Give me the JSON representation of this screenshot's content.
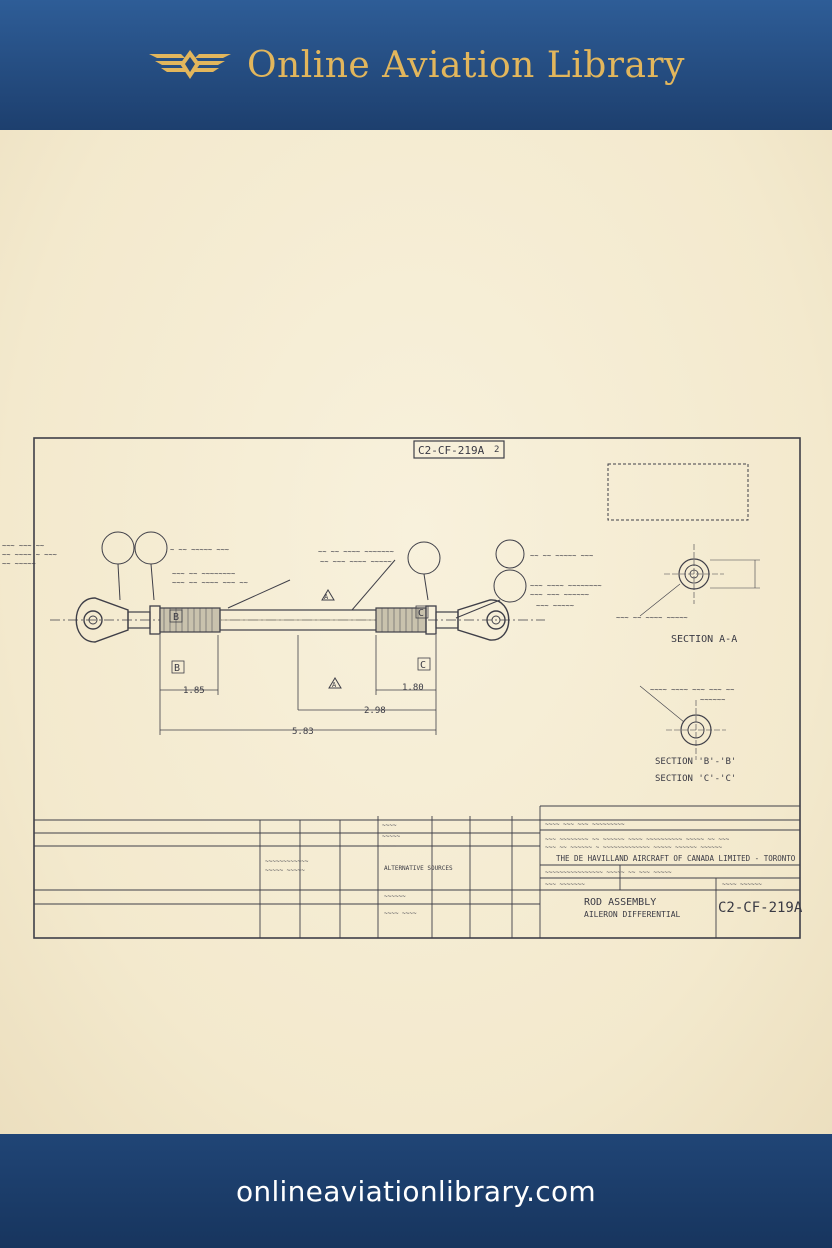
{
  "header": {
    "title": "Online Aviation Library",
    "logo_icon": "winged-diamond-icon",
    "accent_color": "#e2b65c",
    "background_color": "#24497c"
  },
  "drawing": {
    "top_number": "C2-CF-219A",
    "revision": "2",
    "section_aa": "SECTION A-A",
    "section_bb": "SECTION 'B'-'B'",
    "section_cc": "SECTION 'C'-'C'",
    "section_labels": {
      "a": "A",
      "b": "B",
      "c": "C"
    },
    "dimensions": {
      "left_end": "1.85",
      "right_end": "1.80",
      "mid": "2.98",
      "overall": "5.83"
    },
    "title_block": {
      "company": "THE DE HAVILLAND AIRCRAFT OF CANADA LIMITED - TORONTO",
      "title_line1": "ROD ASSEMBLY",
      "title_line2": "AILERON DIFFERENTIAL",
      "drawing_number": "C2-CF-219A",
      "material": "ALTERNATIVE SOURCES"
    }
  },
  "footer": {
    "url": "onlineaviationlibrary.com",
    "background_color": "#1b3c68"
  }
}
